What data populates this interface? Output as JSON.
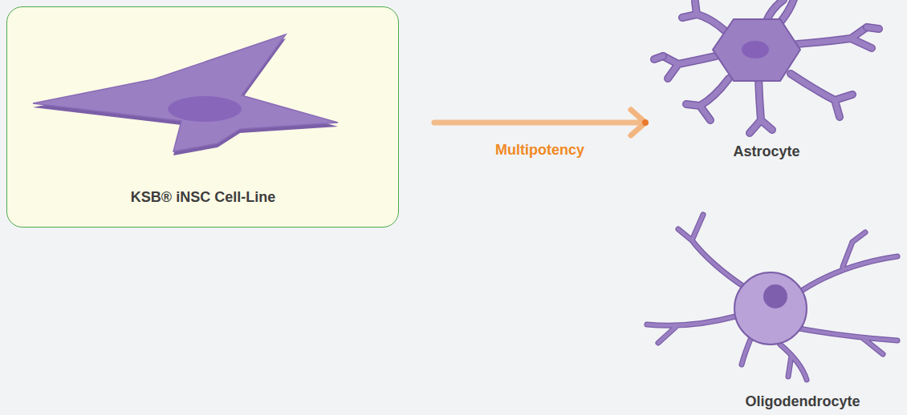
{
  "diagram": {
    "nodes": [
      {
        "text": [
          "KSB® iNSC Cell-Line"
        ]
      },
      {
        "text": [
          "Astrocyte"
        ]
      },
      {
        "text": [
          "Oligodendrocyte"
        ]
      }
    ],
    "edges": [
      {
        "from": 0,
        "to": 1,
        "arrow": "to",
        "label": "Multipotency"
      }
    ]
  }
}
